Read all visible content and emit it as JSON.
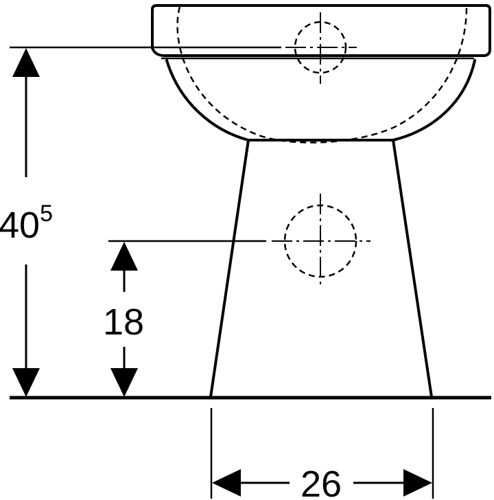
{
  "dimensions": {
    "total_height": {
      "value": "40",
      "superscript": "5"
    },
    "outlet_height": {
      "value": "18"
    },
    "base_width": {
      "value": "26"
    }
  },
  "style": {
    "line_color": "#000000",
    "background": "#ffffff"
  }
}
